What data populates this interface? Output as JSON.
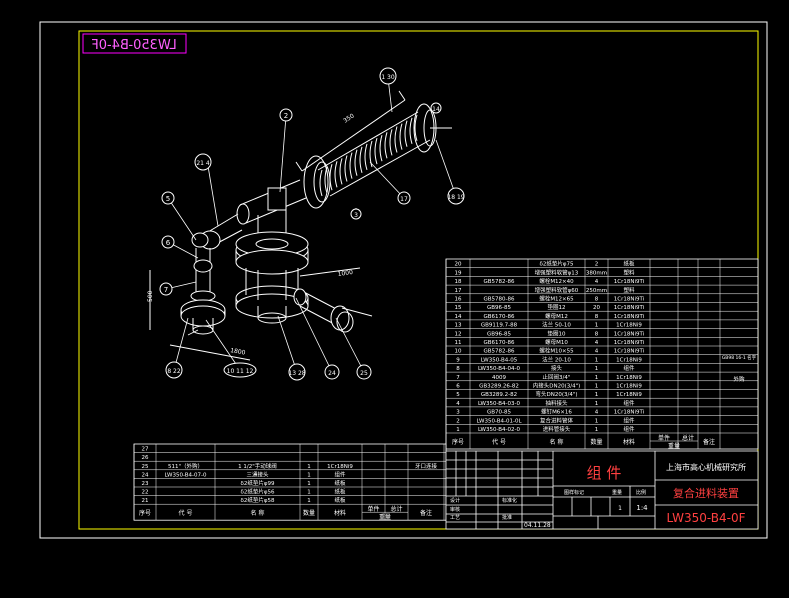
{
  "drawing_code_mirrored": "LW350-B4-0F",
  "colors": {
    "background": "#000000",
    "frame": "#ffffff",
    "inner_frame": "#ffff00",
    "title_red": "#ff3030",
    "title_yellow": "#ffd700",
    "code_box": "#ff00ff"
  },
  "balloons": [
    {
      "id": "b1",
      "label": "1 30"
    },
    {
      "id": "b2",
      "label": "2"
    },
    {
      "id": "b3",
      "label": "21 4"
    },
    {
      "id": "b4",
      "label": "5"
    },
    {
      "id": "b5",
      "label": "6"
    },
    {
      "id": "b6",
      "label": "7"
    },
    {
      "id": "b7",
      "label": "8 22"
    },
    {
      "id": "b8",
      "label": "10 11 12"
    },
    {
      "id": "b9",
      "label": "13 28"
    },
    {
      "id": "b10",
      "label": "24"
    },
    {
      "id": "b11",
      "label": "25"
    },
    {
      "id": "b12",
      "label": "17"
    },
    {
      "id": "b13",
      "label": "18 19"
    },
    {
      "id": "b14",
      "label": "14"
    },
    {
      "id": "b15",
      "label": "3"
    }
  ],
  "dimensions": [
    "350",
    "500",
    "1800",
    "1000"
  ],
  "bom_right": [
    {
      "no": "20",
      "code": "",
      "name": "δ2纸垫片φ75",
      "qty": "2",
      "mat": "纸板"
    },
    {
      "no": "19",
      "code": "",
      "name": "增强塑料软管φ13",
      "qty": "380mm",
      "mat": "塑料"
    },
    {
      "no": "18",
      "code": "GB5782-86",
      "name": "螺栓M12×40",
      "qty": "4",
      "mat": "1Cr18Ni9Ti"
    },
    {
      "no": "17",
      "code": "",
      "name": "增强塑料软管φ60",
      "qty": "250mm",
      "mat": "塑料"
    },
    {
      "no": "16",
      "code": "GB5780-86",
      "name": "螺栓M12×65",
      "qty": "8",
      "mat": "1Cr18Ni9Ti"
    },
    {
      "no": "15",
      "code": "GB96-85",
      "name": "垫圈12",
      "qty": "20",
      "mat": "1Cr18Ni9Ti"
    },
    {
      "no": "14",
      "code": "GB6170-86",
      "name": "螺母M12",
      "qty": "8",
      "mat": "1Cr18Ni9Ti"
    },
    {
      "no": "13",
      "code": "GB9119.7-88",
      "name": "法兰 50-10",
      "qty": "1",
      "mat": "1Cr18Ni9"
    },
    {
      "no": "12",
      "code": "GB96-85",
      "name": "垫圈10",
      "qty": "8",
      "mat": "1Cr18Ni9Ti"
    },
    {
      "no": "11",
      "code": "GB6170-86",
      "name": "螺母M10",
      "qty": "4",
      "mat": "1Cr18Ni9Ti"
    },
    {
      "no": "10",
      "code": "GB5782-86",
      "name": "螺栓M10×55",
      "qty": "4",
      "mat": "1Cr18Ni9Ti"
    },
    {
      "no": "9",
      "code": "LW350-B4-05",
      "name": "法兰 20-10",
      "qty": "1",
      "mat": "1Cr18Ni9"
    },
    {
      "no": "8",
      "code": "LW350-B4-04-0",
      "name": "接头",
      "qty": "1",
      "mat": "组件"
    },
    {
      "no": "7",
      "code": "4009",
      "name": "止回阀3/4\"",
      "qty": "1",
      "mat": "1Cr18Ni9"
    },
    {
      "no": "6",
      "code": "GB3289.26-82",
      "name": "内接头DN20(3/4\")",
      "qty": "1",
      "mat": "1Cr18Ni9"
    },
    {
      "no": "5",
      "code": "GB3289.2-82",
      "name": "弯头DN20(3/4\")",
      "qty": "1",
      "mat": "1Cr18Ni9"
    },
    {
      "no": "4",
      "code": "LW350-B4-03-0",
      "name": "抽料接头",
      "qty": "1",
      "mat": "组件"
    },
    {
      "no": "3",
      "code": "GB70-85",
      "name": "螺钉M6×16",
      "qty": "4",
      "mat": "1Cr18Ni9Ti"
    },
    {
      "no": "2",
      "code": "LW350-B4-01-0L",
      "name": "复合进料管体",
      "qty": "1",
      "mat": "组件"
    },
    {
      "no": "1",
      "code": "LW350-B4-02-0",
      "name": "进料管接头",
      "qty": "1",
      "mat": "组件"
    }
  ],
  "bom_right_remarks": {
    "row16": "GB98 16-1 名字",
    "row7": "外购"
  },
  "bom_left": [
    {
      "no": "27",
      "code": "",
      "name": "",
      "qty": "",
      "mat": "",
      "remark": ""
    },
    {
      "no": "26",
      "code": "",
      "name": "",
      "qty": "",
      "mat": "",
      "remark": ""
    },
    {
      "no": "25",
      "code": "511\"（外购）",
      "name": "1 1/2\"手动球阀",
      "qty": "1",
      "mat": "1Cr18Ni9",
      "remark": "牙口连接"
    },
    {
      "no": "24",
      "code": "LW350-B4-07-0",
      "name": "三通接头",
      "qty": "1",
      "mat": "组件",
      "remark": ""
    },
    {
      "no": "23",
      "code": "",
      "name": "δ2纸垫片φ99",
      "qty": "1",
      "mat": "纸板",
      "remark": ""
    },
    {
      "no": "22",
      "code": "",
      "name": "δ2纸垫片φ56",
      "qty": "1",
      "mat": "纸板",
      "remark": ""
    },
    {
      "no": "21",
      "code": "",
      "name": "δ2纸垫片φ58",
      "qty": "1",
      "mat": "纸板",
      "remark": ""
    }
  ],
  "bom_header": {
    "no": "序号",
    "code": "代 号",
    "name": "名 称",
    "qty": "数量",
    "mat": "材料",
    "single": "单件",
    "total": "总计",
    "weight": "重量",
    "remark": "备注"
  },
  "title_block": {
    "assembly_label": "组 件",
    "institute": "上海市高心机械研究所",
    "drawing_name": "复合进料装置",
    "drawing_code": "LW350-B4-0F",
    "scale": "1:4",
    "qty": "1",
    "date": "04.11.28",
    "stage_labels": "图样标记",
    "weight_label": "重量",
    "scale_label": "比例",
    "designer_label": "设计",
    "check_label": "审核",
    "craft_label": "工艺",
    "standard_label": "标准化",
    "approve_label": "批准"
  }
}
